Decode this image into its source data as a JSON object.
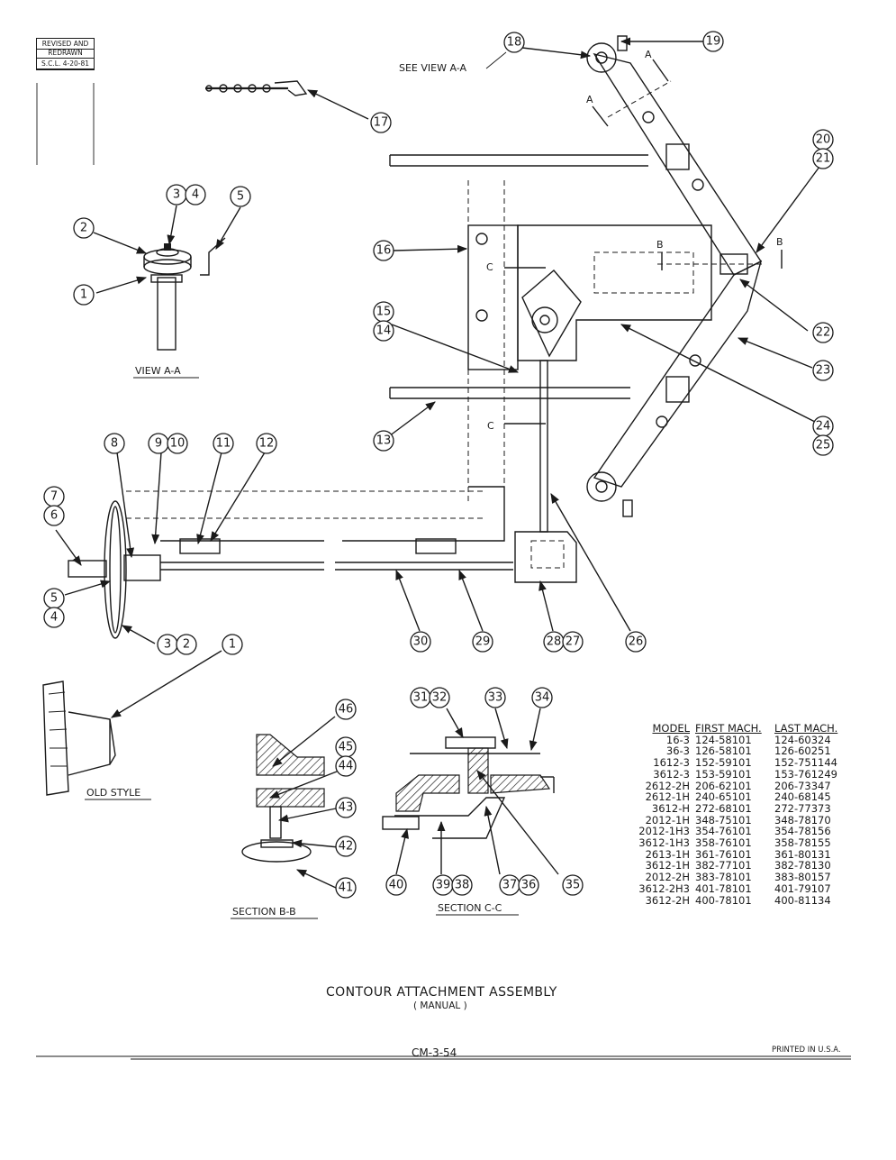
{
  "stamp": {
    "line1": "REVISED AND",
    "line2": "REDRAWN",
    "line3": "S.C.L. 4-20-81"
  },
  "labels": {
    "see_view": "SEE VIEW A-A",
    "view_aa": "VIEW A-A",
    "old_style": "OLD STYLE",
    "section_bb": "SECTION B-B",
    "section_cc": "SECTION C-C",
    "cut_a": "A",
    "cut_b": "B",
    "cut_c": "C"
  },
  "callouts": [
    "1",
    "2",
    "3",
    "4",
    "5",
    "6",
    "7",
    "8",
    "9",
    "10",
    "11",
    "12",
    "13",
    "14",
    "15",
    "16",
    "17",
    "18",
    "19",
    "20",
    "21",
    "22",
    "23",
    "24",
    "25",
    "26",
    "27",
    "28",
    "29",
    "30",
    "31",
    "32",
    "33",
    "34",
    "35",
    "36",
    "37",
    "38",
    "39",
    "40",
    "41",
    "42",
    "43",
    "44",
    "45",
    "46"
  ],
  "table": {
    "headers": {
      "model": "MODEL",
      "first": "FIRST MACH.",
      "last": "LAST MACH."
    },
    "rows": [
      {
        "model": "16-3",
        "first": "124-58101",
        "last": "124-60324"
      },
      {
        "model": "36-3",
        "first": "126-58101",
        "last": "126-60251"
      },
      {
        "model": "1612-3",
        "first": "152-59101",
        "last": "152-751144"
      },
      {
        "model": "3612-3",
        "first": "153-59101",
        "last": "153-761249"
      },
      {
        "model": "2612-2H",
        "first": "206-62101",
        "last": "206-73347"
      },
      {
        "model": "2612-1H",
        "first": "240-65101",
        "last": "240-68145"
      },
      {
        "model": "3612-H",
        "first": "272-68101",
        "last": "272-77373"
      },
      {
        "model": "2012-1H",
        "first": "348-75101",
        "last": "348-78170"
      },
      {
        "model": "2012-1H3",
        "first": "354-76101",
        "last": "354-78156"
      },
      {
        "model": "3612-1H3",
        "first": "358-76101",
        "last": "358-78155"
      },
      {
        "model": "2613-1H",
        "first": "361-76101",
        "last": "361-80131"
      },
      {
        "model": "3612-1H",
        "first": "382-77101",
        "last": "382-78130"
      },
      {
        "model": "2012-2H",
        "first": "383-78101",
        "last": "383-80157"
      },
      {
        "model": "3612-2H3",
        "first": "401-78101",
        "last": "401-79107"
      },
      {
        "model": "3612-2H",
        "first": "400-78101",
        "last": "400-81134"
      }
    ]
  },
  "title": {
    "main": "CONTOUR ATTACHMENT ASSEMBLY",
    "sub": "( MANUAL )"
  },
  "footer": {
    "code": "CM-3-54",
    "printed": "PRINTED IN U.S.A."
  }
}
